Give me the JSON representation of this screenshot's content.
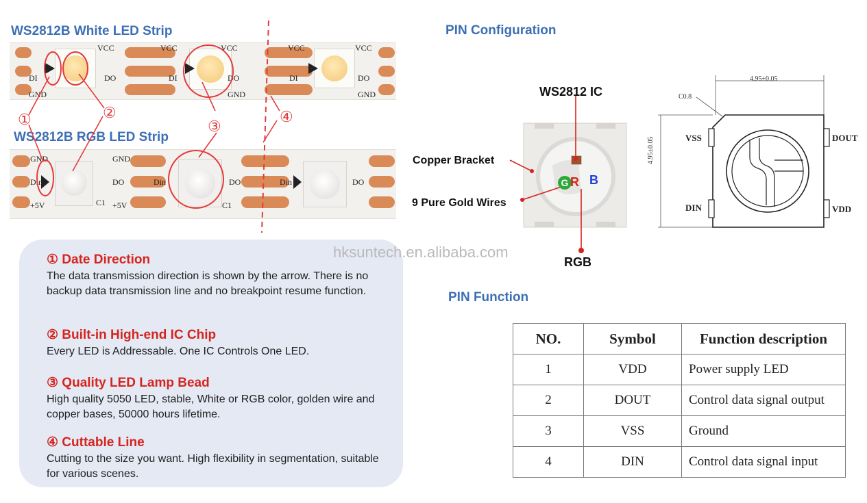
{
  "strips": {
    "white_title": "WS2812B White LED Strip",
    "rgb_title": "WS2812B RGB LED Strip",
    "white_labels": {
      "vcc": "VCC",
      "di": "DI",
      "gnd": "GND",
      "do": "DO"
    },
    "rgb_labels": {
      "din": "Din",
      "gnd": "GND",
      "plus5v": "+5V",
      "do": "DO",
      "c1": "C1"
    },
    "markers": [
      "①",
      "②",
      "③",
      "④"
    ]
  },
  "pin_config": {
    "title": "PIN Configuration",
    "ic_label": "WS2812 IC",
    "copper_label": "Copper Bracket",
    "gold_label": "9 Pure Gold Wires",
    "rgb_label": "RGB",
    "chip_letters": [
      "G",
      "R",
      "B"
    ],
    "pins": {
      "vss": "VSS",
      "dout": "DOUT",
      "din": "DIN",
      "vdd": "VDD"
    },
    "dim_width": "4.95±0.05",
    "dim_height": "4.95±0.05",
    "chamfer": "C0.8"
  },
  "watermark": "hksuntech.en.alibaba.com",
  "features": [
    {
      "title": "① Date Direction",
      "desc": "The data transmission direction is shown by the arrow. There is no backup data transmission line and no breakpoint resume function."
    },
    {
      "title": "② Built-in High-end IC Chip",
      "desc": "Every LED is Addressable. One IC Controls One LED."
    },
    {
      "title": "③ Quality LED Lamp Bead",
      "desc": "High quality 5050 LED, stable, White or RGB color, golden wire and copper bases, 50000 hours lifetime."
    },
    {
      "title": "④ Cuttable Line",
      "desc": "Cutting to the size you want. High flexibility in segmentation, suitable for various scenes."
    }
  ],
  "pin_function": {
    "title": "PIN Function",
    "headers": [
      "NO.",
      "Symbol",
      "Function description"
    ],
    "rows": [
      [
        "1",
        "VDD",
        "Power supply LED"
      ],
      [
        "2",
        "DOUT",
        "Control data signal output"
      ],
      [
        "3",
        "VSS",
        "Ground"
      ],
      [
        "4",
        "DIN",
        "Control data signal input"
      ]
    ]
  },
  "colors": {
    "title_blue": "#3d6fb4",
    "accent_red": "#d4251e",
    "copper": "#d98a57",
    "box_bg": "#e5e9f4"
  }
}
